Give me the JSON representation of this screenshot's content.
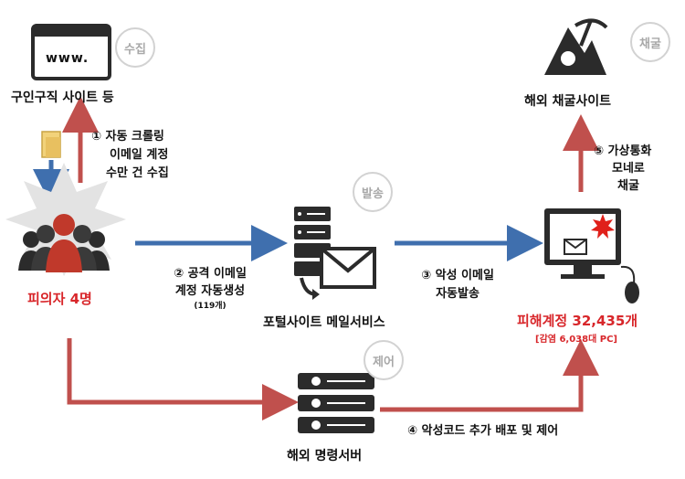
{
  "nodes": {
    "job_sites": {
      "label": "구인구직 사이트 등",
      "icon_text": "www."
    },
    "suspects": {
      "label": "피의자 4명"
    },
    "portal_mail": {
      "label": "포털사이트 메일서비스"
    },
    "overseas_mining": {
      "label": "해외 채굴사이트"
    },
    "victim_accounts": {
      "label": "피해계정 32,435개",
      "sub": "[감염 6,038대 PC]"
    },
    "c2_server": {
      "label": "해외 명령서버"
    }
  },
  "badges": {
    "collect": "수집",
    "send": "발송",
    "mining": "채굴",
    "control": "제어"
  },
  "steps": {
    "s1": {
      "line1": "① 자동 크롤링",
      "line2": "이메일 계정",
      "line3": "수만 건 수집"
    },
    "s2": {
      "line1": "② 공격 이메일",
      "line2": "계정 자동생성",
      "line3": "(119개)"
    },
    "s3": {
      "line1": "③ 악성 이메일",
      "line2": "자동발송"
    },
    "s4": {
      "line1": "④ 악성코드 추가 배포 및 제어"
    },
    "s5": {
      "line1": "⑤ 가상통화",
      "line2": "모네로",
      "line3": "채굴"
    }
  },
  "colors": {
    "blue_arrow": "#3f6fae",
    "red_arrow": "#c0504d",
    "accent_red": "#d8262a",
    "dark_icon": "#2b2b2b"
  }
}
